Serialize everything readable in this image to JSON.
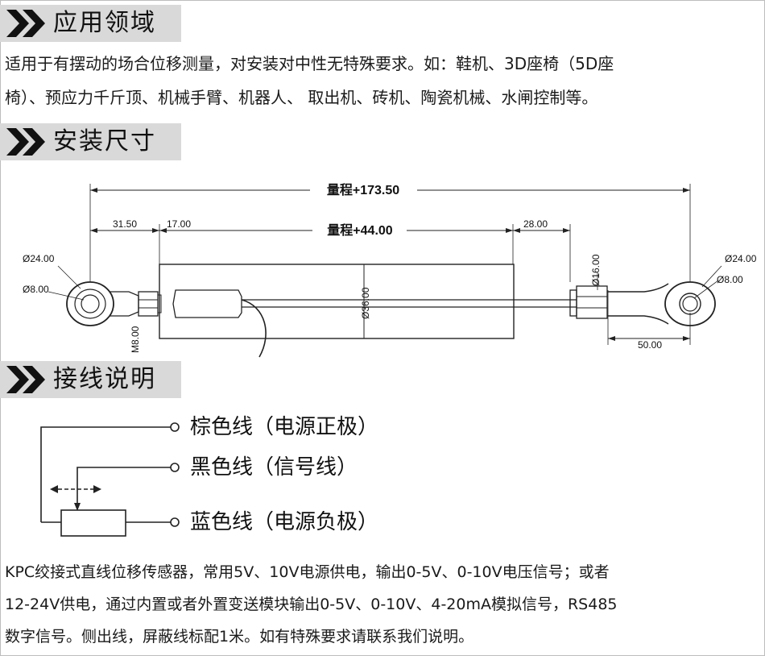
{
  "sections": {
    "application": {
      "title": "应用领域",
      "line1": "适用于有摆动的场合位移测量，对安装对中性无特殊要求。如：鞋机、3D座椅（5D座",
      "line2": "椅）、预应力千斤顶、机械手臂、机器人、 取出机、砖机、陶瓷机械、水闸控制等。"
    },
    "dimensions": {
      "title": "安装尺寸",
      "range_total": "量程+173.50",
      "range_stroke": "量程+44.00",
      "dim_31_50": "31.50",
      "dim_17_00": "17.00",
      "dim_28_00": "28.00",
      "dim_50_00": "50.00",
      "dia_24_left": "Ø24.00",
      "dia_8_left": "Ø8.00",
      "dia_24_right": "Ø24.00",
      "dia_8_right": "Ø8.00",
      "dia_16": "Ø16.00",
      "dia_36": "Ø36.00",
      "thread_m8": "M8.00"
    },
    "wiring": {
      "title": "接线说明",
      "brown": "棕色线（电源正极）",
      "black": "黑色线（信号线）",
      "blue": "蓝色线（电源负极）"
    }
  },
  "description": {
    "line1": "KPC绞接式直线位移传感器，常用5V、10V电源供电，输出0-5V、0-10V电压信号；或者",
    "line2": "12-24V供电，通过内置或者外置变送模块输出0-5V、0-10V、4-20mA模拟信号，RS485",
    "line3": "数字信号。侧出线，屏蔽线标配1米。如有特殊要求请联系我们说明。"
  },
  "colors": {
    "header_bg": "#d9d9d9",
    "line": "#222222"
  }
}
